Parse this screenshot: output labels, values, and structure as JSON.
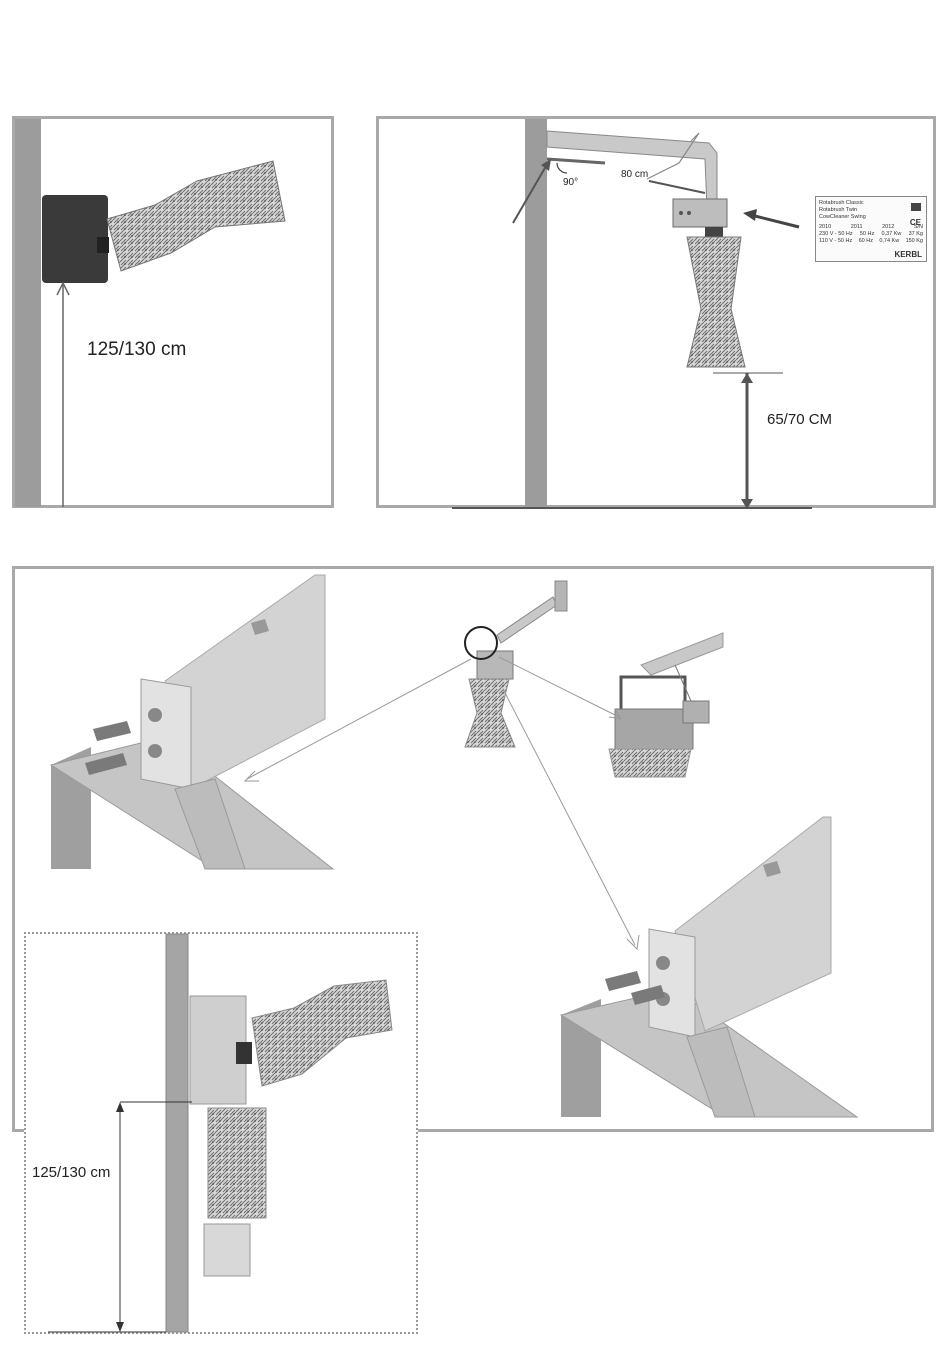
{
  "figure1": {
    "height_label": "125/130 cm"
  },
  "figure2": {
    "angle_label": "90°",
    "length_label": "80 cm",
    "floor_clearance_label": "65/70 CM",
    "type_plate": {
      "products": [
        "Rotabrush Classic",
        "Rotabrush Twin",
        "CowCleaner Swing"
      ],
      "years": [
        "2010",
        "2011",
        "2012",
        "S/N"
      ],
      "ratings_230": [
        "230 V - 50 Hz",
        "50 Hz",
        "0,37 Kw",
        "37 Kg"
      ],
      "ratings_110": [
        "110 V - 50 Hz",
        "60 Hz",
        "0,74 Kw",
        "150 Kg"
      ],
      "brand": "KERBL"
    }
  },
  "figure4": {
    "height_label": "125/130 cm"
  }
}
